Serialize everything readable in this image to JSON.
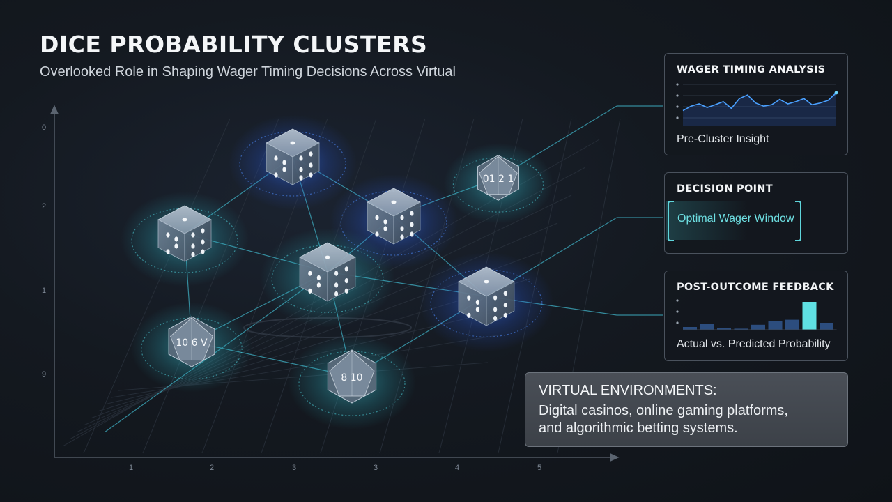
{
  "header": {
    "title": "DICE PROBABILITY CLUSTERS",
    "subtitle": "Overlooked Role in Shaping Wager Timing Decisions Across Virtual"
  },
  "axes": {
    "y_ticks": [
      "0",
      "2",
      "1",
      "9"
    ],
    "x_ticks": [
      "1",
      "2",
      "3",
      "3",
      "4",
      "5"
    ]
  },
  "dice": [
    {
      "name": "die-top",
      "shape": "cube",
      "glow": "blue",
      "faces": ""
    },
    {
      "name": "die-left",
      "shape": "cube",
      "glow": "teal",
      "faces": ""
    },
    {
      "name": "die-center",
      "shape": "cube",
      "glow": "teal",
      "faces": ""
    },
    {
      "name": "die-upper-right",
      "shape": "cube",
      "glow": "blue",
      "faces": ""
    },
    {
      "name": "die-right",
      "shape": "cube",
      "glow": "blue",
      "faces": ""
    },
    {
      "name": "die-d12",
      "shape": "polyhedral",
      "glow": "teal",
      "faces": "01 2 1"
    },
    {
      "name": "die-d20",
      "shape": "polyhedral",
      "glow": "teal",
      "faces": "10 6 V"
    },
    {
      "name": "die-d10",
      "shape": "polyhedral",
      "glow": "teal",
      "faces": "8 10"
    }
  ],
  "panels": {
    "wager_timing": {
      "title": "WAGER TIMING ANALYSIS",
      "caption": "Pre-Cluster Insight",
      "line_values": [
        0.35,
        0.45,
        0.5,
        0.42,
        0.48,
        0.55,
        0.4,
        0.62,
        0.7,
        0.52,
        0.45,
        0.48,
        0.6,
        0.5,
        0.55,
        0.62,
        0.48,
        0.52,
        0.58,
        0.75
      ]
    },
    "decision_point": {
      "title": "DECISION POINT",
      "window_label": "Optimal Wager Window"
    },
    "feedback": {
      "title": "POST-OUTCOME FEEDBACK",
      "caption": "Actual vs. Predicted Probability",
      "bar_values": [
        0.1,
        0.22,
        0.05,
        0.04,
        0.18,
        0.3,
        0.36,
        1.0,
        0.25
      ]
    }
  },
  "environments": {
    "title": "VIRTUAL ENVIRONMENTS:",
    "line1": "Digital casinos, online gaming platforms,",
    "line2": "and algorithmic betting systems."
  },
  "colors": {
    "background": "#141920",
    "teal": "#47c9d4",
    "blue": "#3a7bff",
    "accent_bar": "#5fe0e3",
    "bar": "#2c4d7e",
    "panel_border": "#4a525d"
  }
}
